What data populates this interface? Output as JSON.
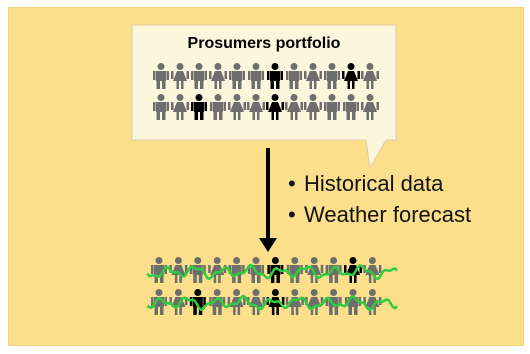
{
  "panel": {
    "background": "#fcdf8a"
  },
  "portfolio": {
    "title": "Prosumers portfolio",
    "callout_color": "#fbf6dc",
    "rows": [
      [
        "male",
        "female",
        "male",
        "female",
        "male",
        "male",
        "male",
        "male",
        "female",
        "male",
        "female",
        "female"
      ],
      [
        "male",
        "female",
        "male",
        "male",
        "female",
        "female",
        "female",
        "female",
        "female",
        "male",
        "male",
        "female"
      ]
    ],
    "highlighted": [
      [
        6,
        10
      ],
      [
        2,
        6
      ]
    ]
  },
  "bullets": [
    "Historical data",
    "Weather forecast"
  ],
  "output": {
    "curve_color": "#2ecc40",
    "highlighted": [
      [
        6,
        10
      ],
      [
        2,
        6
      ]
    ]
  },
  "colors": {
    "person": "#6e6e6e",
    "person_highlight": "#000000",
    "arrow": "#000000"
  }
}
